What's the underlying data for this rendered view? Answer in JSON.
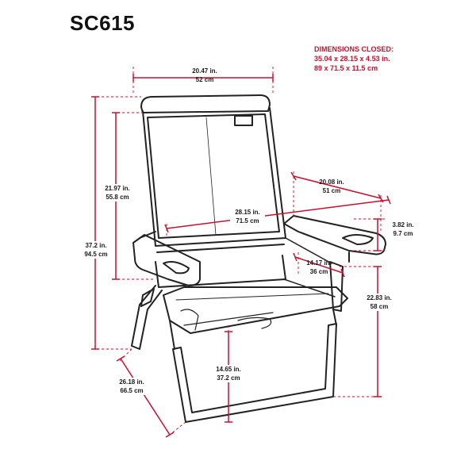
{
  "title": "SC615",
  "dimensions_closed": {
    "heading": "DIMENSIONS CLOSED:",
    "imperial": "35.04  x  28.15  x  4.53 in.",
    "metric": "89  x  71.5  x  11.5 cm"
  },
  "dimensions": {
    "top_width": {
      "in": "20.47 in.",
      "cm": "52 cm"
    },
    "back_height": {
      "in": "21.97 in.",
      "cm": "55.8 cm"
    },
    "total_height": {
      "in": "37.2 in.",
      "cm": "94.5 cm"
    },
    "armrest_length": {
      "in": "20.08 in.",
      "cm": "51 cm"
    },
    "overall_width": {
      "in": "28.15 in.",
      "cm": "71.5 cm"
    },
    "armrest_width": {
      "in": "3.82 in.",
      "cm": "9.7 cm"
    },
    "seat_depth": {
      "in": "14.17 in.",
      "cm": "36 cm"
    },
    "arm_height": {
      "in": "22.83 in.",
      "cm": "58 cm"
    },
    "seat_height": {
      "in": "14.65 in.",
      "cm": "37.2 cm"
    },
    "depth": {
      "in": "26.18 in.",
      "cm": "66.5 cm"
    }
  },
  "colors": {
    "dimension_line": "#c8102e",
    "outline": "#222222",
    "text": "#1a1a1a"
  }
}
